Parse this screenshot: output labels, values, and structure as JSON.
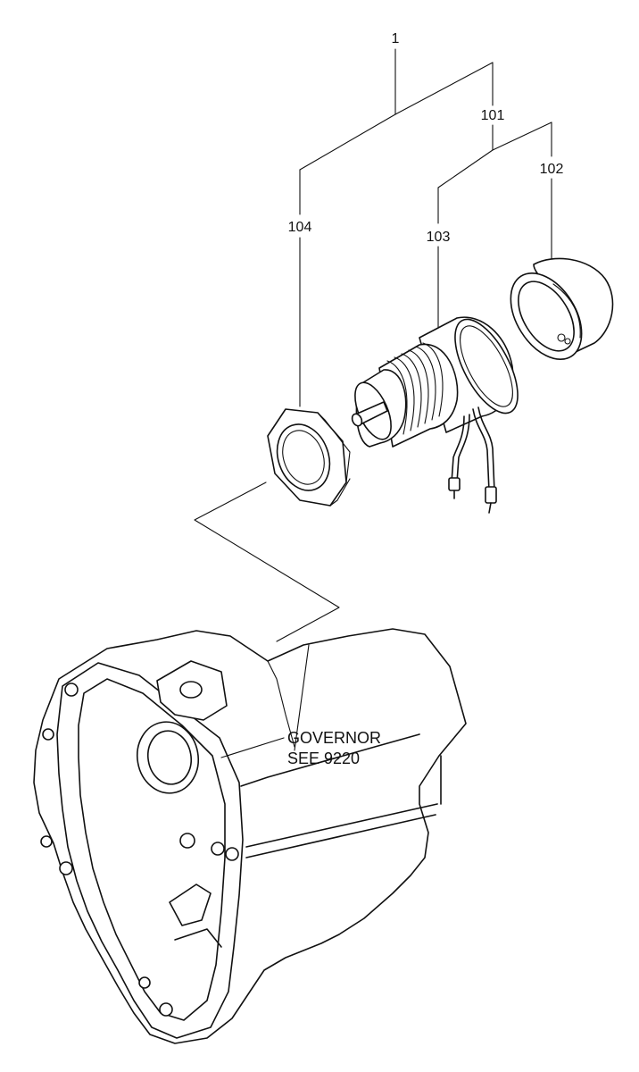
{
  "callouts": {
    "assembly": "1",
    "part_101": "101",
    "part_102": "102",
    "part_103": "103",
    "part_104": "104"
  },
  "note": {
    "line1": "GOVERNOR",
    "line2": "SEE 9220"
  }
}
